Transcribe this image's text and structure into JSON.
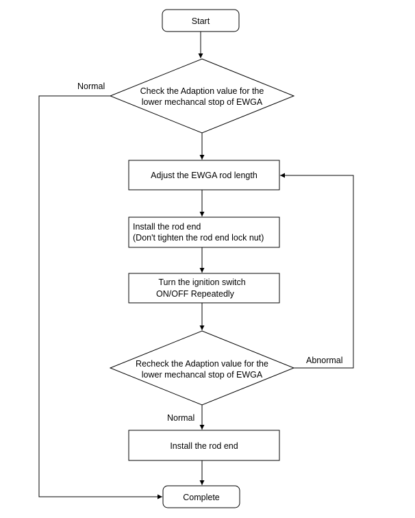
{
  "flowchart": {
    "start": "Start",
    "check_line1": "Check the Adaption value for the",
    "check_line2": "lower mechancal stop of EWGA",
    "adjust": "Adjust the EWGA rod length",
    "install_line1": "Install the rod end",
    "install_line2": "(Don't tighten the rod end lock nut)",
    "turn_line1": "Turn the ignition switch",
    "turn_line2": "ON/OFF  Repeatedly",
    "recheck_line1": "Recheck the Adaption value for the",
    "recheck_line2": "lower mechancal stop of EWGA",
    "install_final": "Install the rod end",
    "complete": "Complete",
    "label_normal_top": "Normal",
    "label_abnormal": "Abnormal",
    "label_normal_bottom": "Normal"
  }
}
